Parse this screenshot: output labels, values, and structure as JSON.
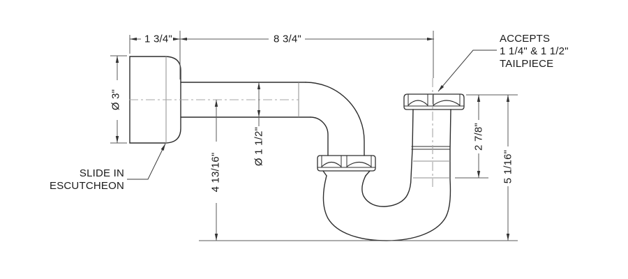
{
  "drawing": {
    "background_color": "#ffffff",
    "line_color": "#2d2d2d",
    "dimension_line_color": "#595959",
    "centerline_color": "#a6a6a6",
    "text_color": "#1a1a1a",
    "dimensions": {
      "escutcheon_depth": "1 3/4\"",
      "horizontal_run": "8 3/4\"",
      "escutcheon_diameter": "Ø 3\"",
      "pipe_diameter": "Ø 1 1/2\"",
      "centerline_to_base": "4 13/16\"",
      "inlet_to_outlet_drop": "2 7/8\"",
      "overall_height": "5 1/16\""
    },
    "notes": {
      "tailpiece": [
        "ACCEPTS",
        "1 1/4\" & 1 1/2\"",
        "TAILPIECE"
      ],
      "escutcheon": [
        "SLIDE IN",
        "ESCUTCHEON"
      ]
    }
  }
}
